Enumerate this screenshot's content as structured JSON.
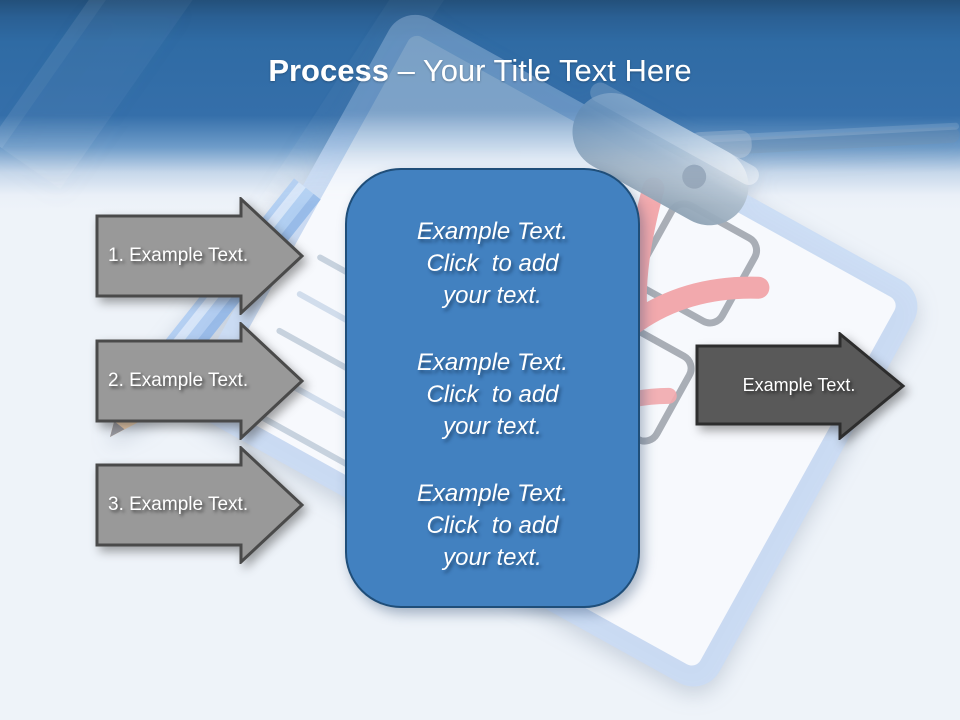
{
  "slide": {
    "title": {
      "bold": "Process",
      "rest": " – Your Title Text Here"
    },
    "left_arrows": [
      {
        "label": "1. Example Text."
      },
      {
        "label": "2. Example Text."
      },
      {
        "label": "3. Example Text."
      }
    ],
    "center_panel": {
      "blocks": [
        {
          "text": "Example Text.\nClick  to add\nyour text."
        },
        {
          "text": "Example Text.\nClick  to add\nyour text."
        },
        {
          "text": "Example Text.\nClick  to add\nyour text."
        }
      ],
      "fill": "#4281c0",
      "border": "#1f4e79"
    },
    "right_arrow": {
      "label": "Example Text.",
      "fill": "#595959",
      "border": "#2d2d2d"
    },
    "left_arrow_style": {
      "fill": "#999999",
      "border": "#4a4a4a"
    },
    "header": {
      "top_color": "#23507a",
      "mid_color": "#356faa",
      "fade_color": "#eef3f9",
      "title_color": "#ffffff"
    },
    "background": {
      "clipboard_fill": "#c9dcf5",
      "paper_fill": "#fbfcfe",
      "checkbox_color": "#a9aeb6",
      "checkmark_color": "#f2a9ad",
      "pencil_color": "#aecdf2",
      "line_color": "#c2cdda"
    }
  }
}
